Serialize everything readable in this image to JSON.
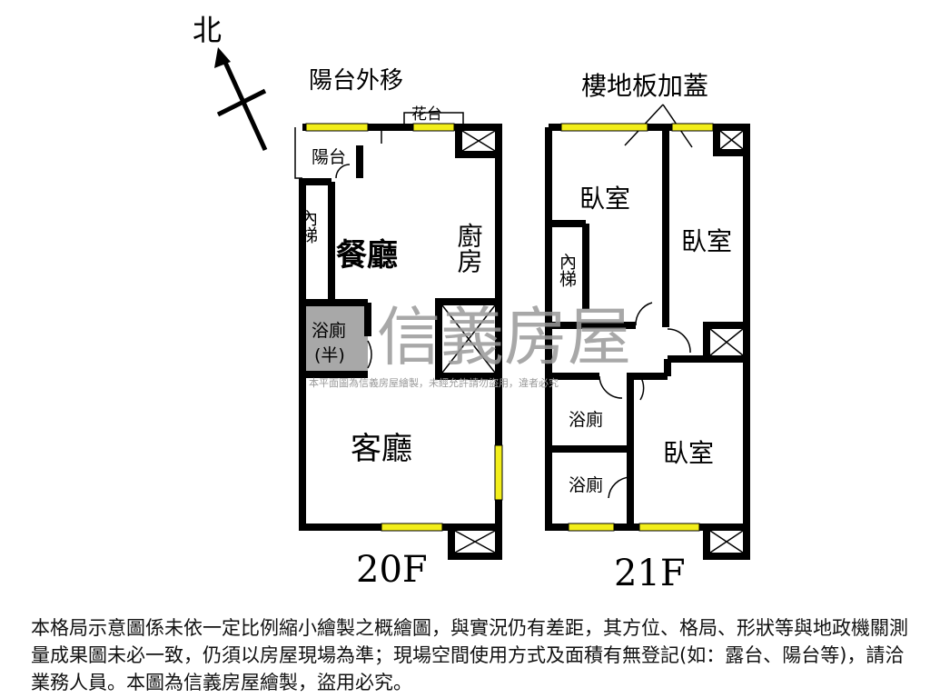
{
  "compass": {
    "label": "北"
  },
  "annotations": {
    "balcony_moved": "陽台外移",
    "floor_added": "樓地板加蓋",
    "planter": "花台"
  },
  "floor_20F": {
    "label": "20F",
    "rooms": {
      "balcony": "陽台",
      "stairs": "內梯",
      "dining": "餐廳",
      "kitchen": "廚房",
      "half_bath_1": "浴廁",
      "half_bath_2": "(半)",
      "living": "客廳"
    }
  },
  "floor_21F": {
    "label": "21F",
    "rooms": {
      "bedroom1": "臥室",
      "bedroom2": "臥室",
      "stairs": "內梯",
      "bath1": "浴廁",
      "bath2": "浴廁",
      "bedroom3": "臥室"
    }
  },
  "watermark": {
    "brand": "信義房屋",
    "notice": "本平面圖為信義房屋繪製，未經允許請勿盜用，違者必究"
  },
  "disclaimer": "本格局示意圖係未依一定比例縮小繪製之概繪圖，與實況仍有差距，其方位、格局、形狀等與地政機關測量成果圖未必一致，仍須以房屋現場為準；現場空間使用方式及面積有無登記(如：露台、陽台等)，請洽業務人員。本圖為信義房屋繪製，盜用必究。",
  "colors": {
    "wall": "#000000",
    "window": "#f2ee1a",
    "watermark": "#9a9a9a",
    "half_bath_fill": "#a8a8a8"
  }
}
